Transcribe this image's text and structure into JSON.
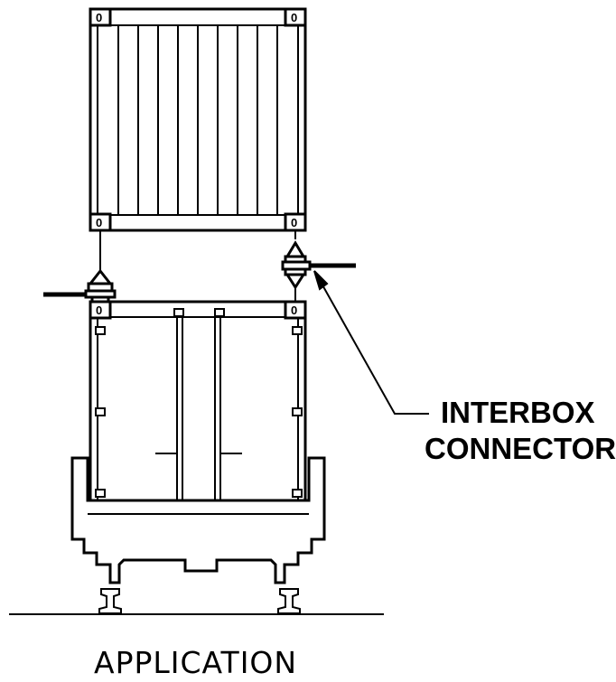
{
  "diagram": {
    "callout": {
      "line1": "INTERBOX",
      "line2": "CONNECTOR"
    },
    "caption": "APPLICATION",
    "corner_casting_mark": "0"
  },
  "colors": {
    "line": "#000000",
    "background": "#ffffff"
  }
}
